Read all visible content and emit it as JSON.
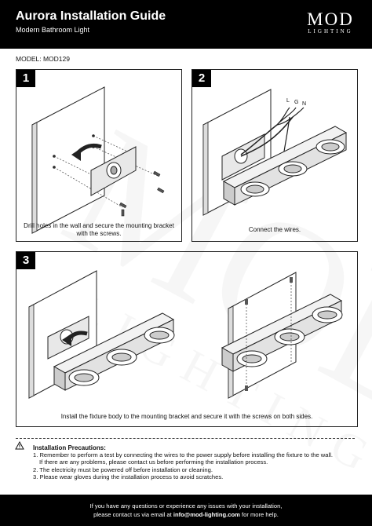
{
  "header": {
    "title": "Aurora Installation Guide",
    "subtitle": "Modern Bathroom Light",
    "logo_main": "MOD",
    "logo_sub": "LIGHTING"
  },
  "model": "MODEL: MOD129",
  "steps": [
    {
      "number": "1",
      "caption_line1": "Drill holes in the wall and secure the mounting bracket",
      "caption_line2": "with the screws."
    },
    {
      "number": "2",
      "caption_line1": "Connect the wires.",
      "wire_labels": [
        "L",
        "G",
        "N"
      ]
    },
    {
      "number": "3",
      "caption_line1": "Install the fixture body to the mounting bracket and secure it with the screws on both sides."
    }
  ],
  "precautions": {
    "title": "Installation Precautions:",
    "items": [
      "1. Remember to perform a test by connecting the wires to the power supply before installing the fixture to the wall.",
      "If there are any problems, please contact us before performing the installation process.",
      "2. The electricity must be powered off before installation or cleaning.",
      "3. Please wear gloves during the installation process to avoid scratches."
    ]
  },
  "footer": {
    "line1": "If you have any questions or experience any issues with your installation,",
    "line2_prefix": "please contact us via email at ",
    "email": "info@mod-lighting.com",
    "line2_suffix": " for more help."
  },
  "colors": {
    "header_bg": "#000000",
    "accent": "#000000"
  }
}
